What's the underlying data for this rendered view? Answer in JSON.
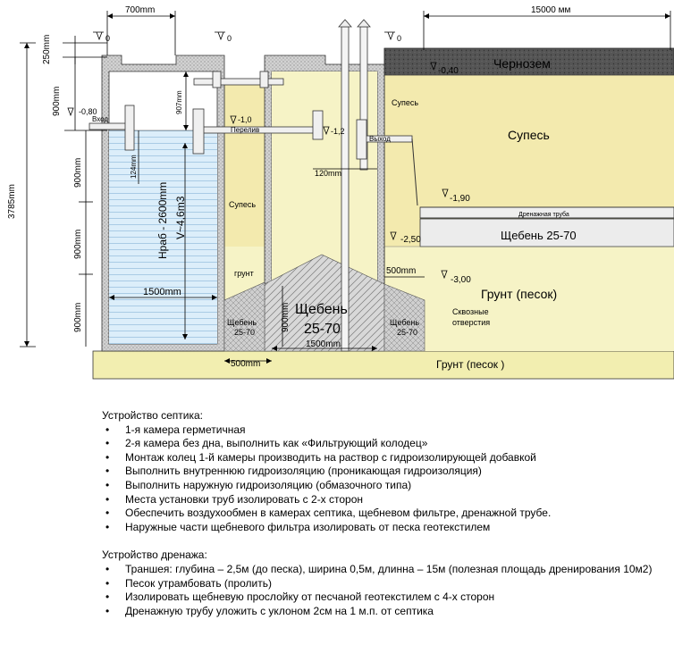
{
  "colors": {
    "soil_black": "#4d4d4d",
    "sandy_loam": "#f3eaae",
    "sand": "#f2eeb0",
    "water": "#dceefa",
    "wall": "#c8c8c8",
    "gravel": "#cfcfcf"
  },
  "dims": {
    "top_width": "700mm",
    "trench_length": "15000 мм",
    "d250": "250mm",
    "d900a": "900mm",
    "d900b": "900mm",
    "d900c": "900mm",
    "d900d": "900mm",
    "total_height": "3785mm",
    "d907": "907mm",
    "d124": "124mm",
    "d120": "120mm",
    "tank_width": "1500mm",
    "filter_width": "1500mm",
    "wall_500": "500mm",
    "side_500": "500mm",
    "filter_900": "900mm"
  },
  "levels": {
    "l0a": "0",
    "l0b": "0",
    "l0c": "0",
    "m080": "-0,80",
    "m10": "-1,0",
    "m12": "-1,2",
    "m040": "-0,40",
    "m190": "-1,90",
    "m250": "-2,50",
    "m300": "-3,00"
  },
  "labels": {
    "chernozem": "Чернозем",
    "supes_big": "Супесь",
    "supes_small1": "Супесь",
    "supes_small2": "Супесь",
    "grunt_small": "грунт",
    "grunt_pesok_right": "Грунт (песок)",
    "grunt_pesok_bottom": "Грунт (песок )",
    "sheben_right": "Щебень 25-70",
    "sheben_center_1": "Щебень",
    "sheben_center_2": "25-70",
    "sheben_l1": "Щебень",
    "sheben_l2": "25-70",
    "sheben_r1": "Щебень",
    "sheben_r2": "25-70",
    "drain_pipe": "Дренажная труба",
    "inlet": "Вход",
    "overflow": "Перелив",
    "outlet": "Выход",
    "holes_1": "Сквозные",
    "holes_2": "отверстия",
    "work_height": "Нраб - 2600mm",
    "volume": "V~4,6m3"
  },
  "notes": {
    "septic_title": "Устройство септика:",
    "septic_items": [
      "1-я камера герметичная",
      "2-я камера без дна, выполнить как «Фильтрующий колодец»",
      "Монтаж колец 1-й камеры производить на раствор с гидроизолирующей добавкой",
      "Выполнить внутреннюю гидроизоляцию (проникающая гидроизоляция)",
      "Выполнить наружную гидроизоляцию (обмазочного типа)",
      "Места установки труб изолировать с 2-х сторон",
      "Обеспечить воздухообмен в камерах септика, щебневом фильтре, дренажной трубе.",
      "Наружные части щебневого фильтра изолировать от песка геотекстилем"
    ],
    "drain_title": "Устройство дренажа:",
    "drain_items": [
      "Траншея: глубина – 2,5м (до песка), ширина 0,5м, длинна – 15м (полезная площадь дренирования 10м2)",
      "Песок утрамбовать (пролить)",
      "Изолировать щебневую прослойку от песчаной геотекстилем с 4-х сторон",
      "Дренажную трубу уложить с уклоном 2см на 1 м.п. от септика"
    ]
  }
}
